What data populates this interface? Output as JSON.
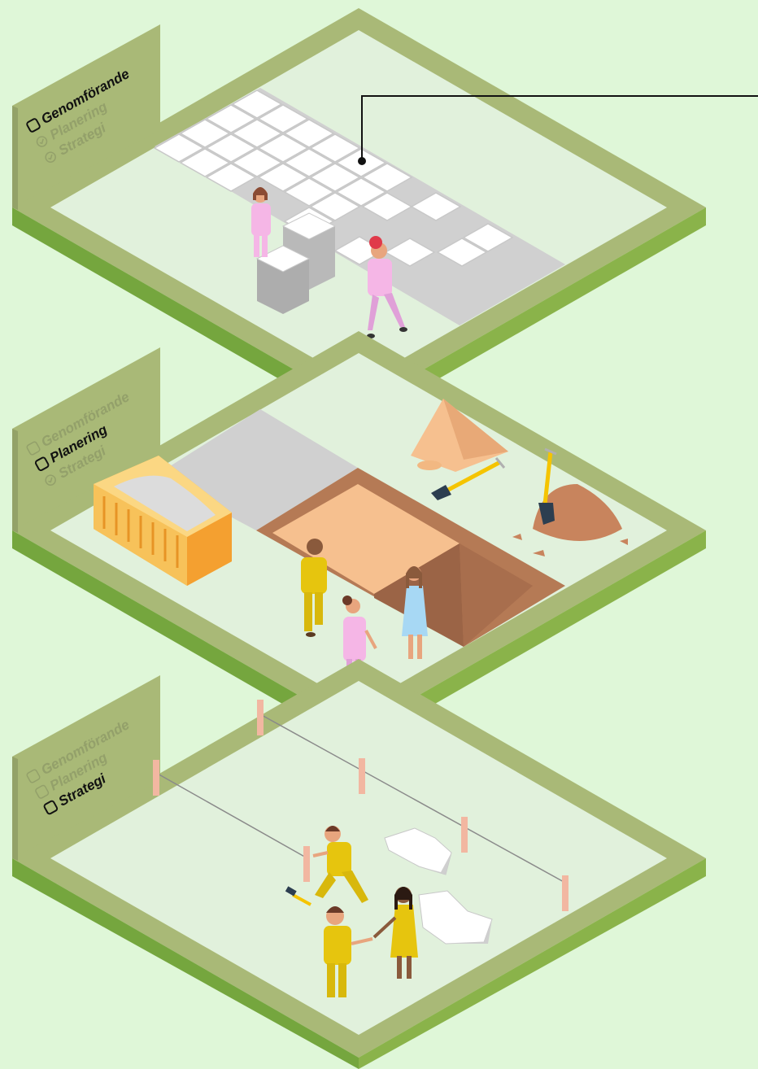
{
  "levels": [
    {
      "id": "genomforande",
      "checklist": [
        {
          "label": "Genomförande",
          "state": "active"
        },
        {
          "label": "Planering",
          "state": "done"
        },
        {
          "label": "Strategi",
          "state": "done"
        }
      ]
    },
    {
      "id": "planering",
      "checklist": [
        {
          "label": "Genomförande",
          "state": "inactive"
        },
        {
          "label": "Planering",
          "state": "active"
        },
        {
          "label": "Strategi",
          "state": "done"
        }
      ]
    },
    {
      "id": "strategi",
      "checklist": [
        {
          "label": "Genomförande",
          "state": "inactive"
        },
        {
          "label": "Planering",
          "state": "inactive"
        },
        {
          "label": "Strategi",
          "state": "active"
        }
      ]
    }
  ],
  "colors": {
    "background": "#dff7d8",
    "frame_top": "#a9b977",
    "frame_left": "#75a63e",
    "frame_right": "#8ab34a",
    "inner_floor": "#e1f1dc",
    "text_active": "#111111",
    "text_faded": "#93a06a",
    "tile": "#ffffff",
    "paved": "#d0d0d0",
    "sand": "#f6c08f",
    "soil": "#b57a55",
    "container": "#f9b43c",
    "worker_yellow": "#e6c50e",
    "worker_pink": "#f5b6e6",
    "worker_blue": "#a7d8f4",
    "stake": "#f2b7a1"
  }
}
